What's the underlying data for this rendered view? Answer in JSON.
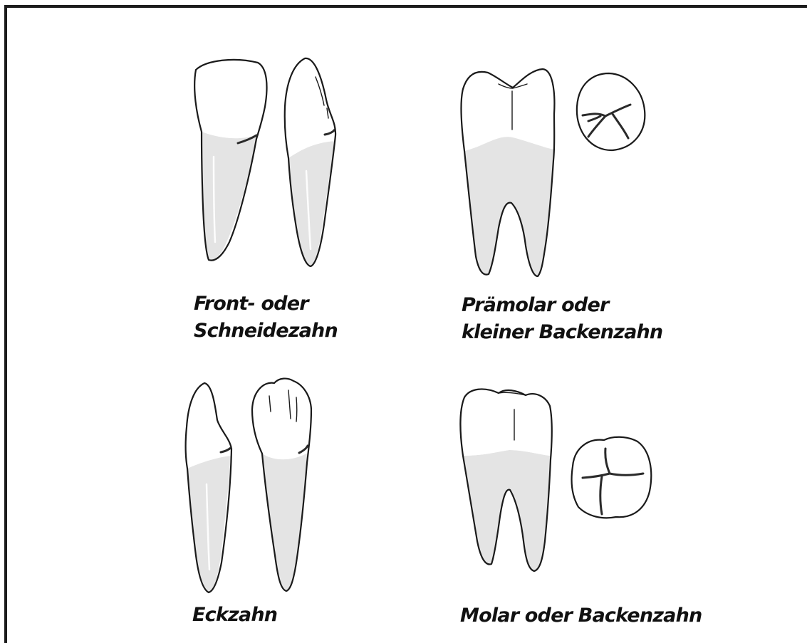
{
  "captions": {
    "front_line1": "Front- oder",
    "front_line2": "Schneidezahn",
    "premolar_line1": "Prämolar oder",
    "premolar_line2": "kleiner Backenzahn",
    "canine": "Eckzahn",
    "molar": "Molar oder Backenzahn"
  },
  "colors": {
    "outline": "#1a1a1a",
    "root_shading": "#e4e4e4",
    "frame": "#1c1c1c"
  }
}
